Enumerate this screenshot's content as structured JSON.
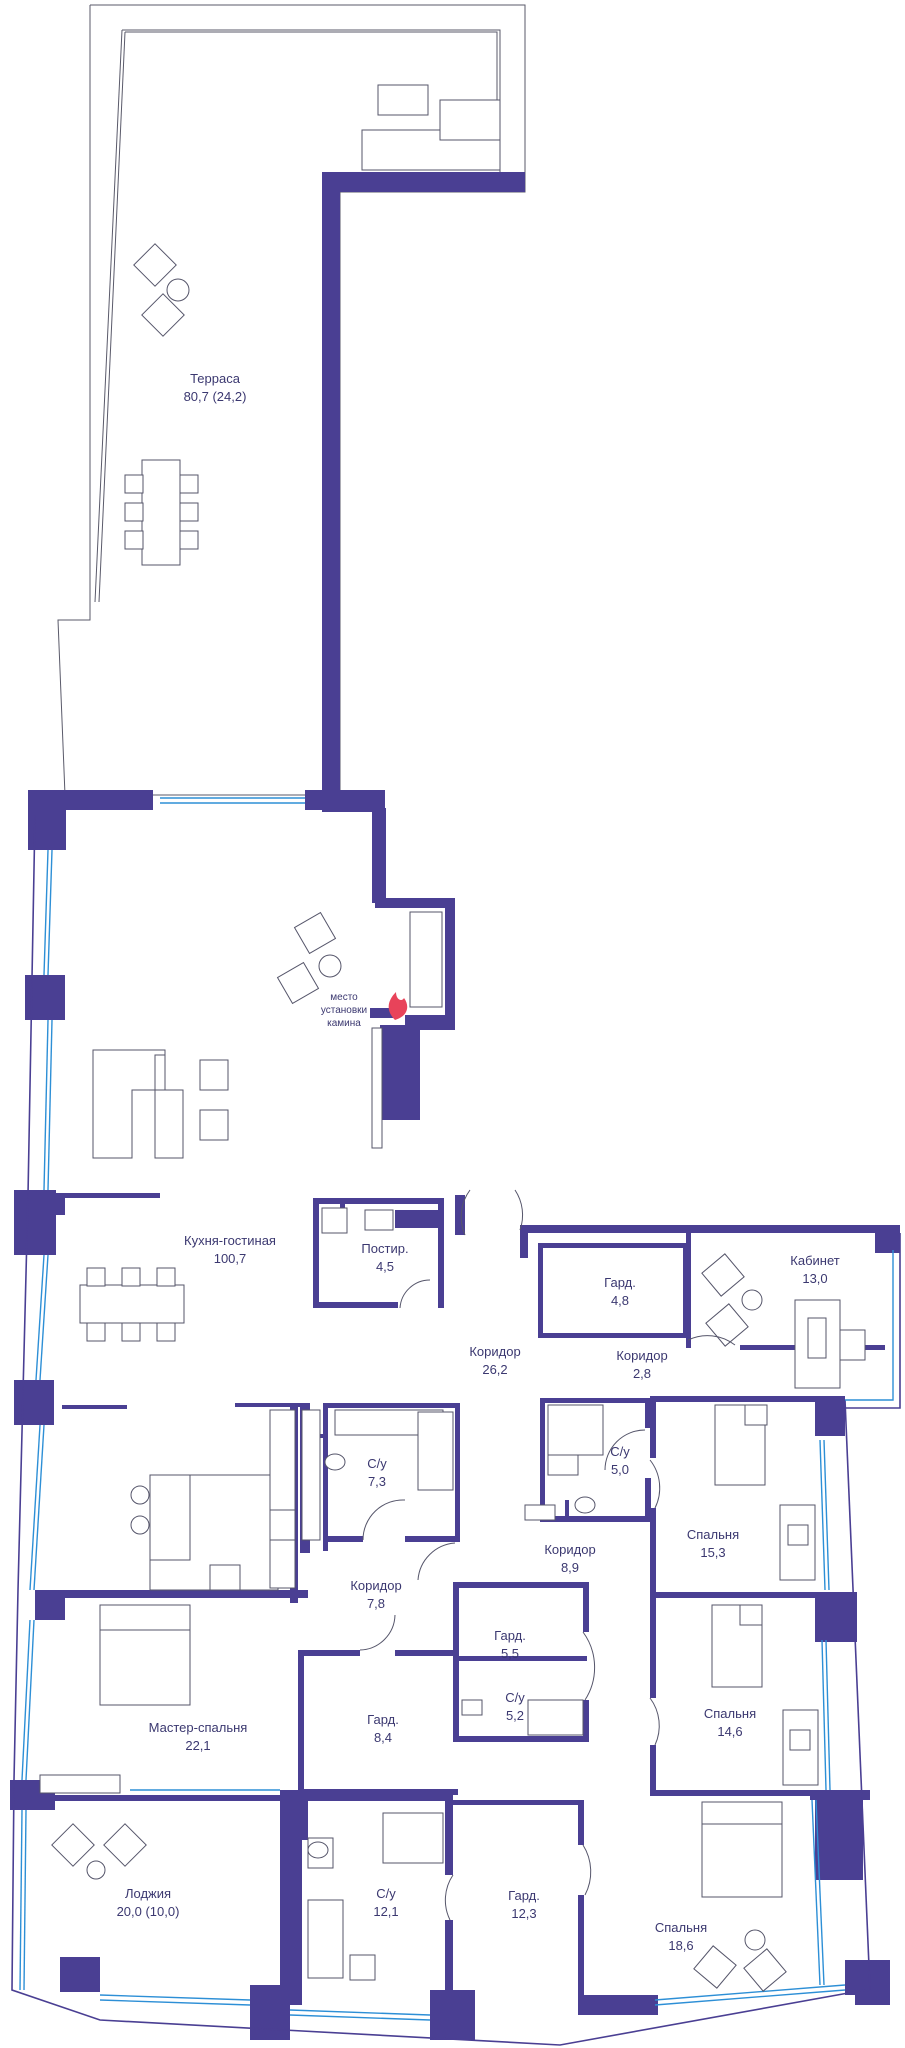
{
  "rooms": [
    {
      "id": "terrace",
      "name": "Терраса",
      "area": "80,7 (24,2)"
    },
    {
      "id": "kitchen-living",
      "name": "Кухня-гостиная",
      "area": "100,7"
    },
    {
      "id": "laundry",
      "name": "Постир.",
      "area": "4,5"
    },
    {
      "id": "wardrobe-1",
      "name": "Гард.",
      "area": "4,8"
    },
    {
      "id": "study",
      "name": "Кабинет",
      "area": "13,0"
    },
    {
      "id": "corridor-1",
      "name": "Коридор",
      "area": "26,2"
    },
    {
      "id": "corridor-2",
      "name": "Коридор",
      "area": "2,8"
    },
    {
      "id": "bath-1",
      "name": "С/у",
      "area": "7,3"
    },
    {
      "id": "bath-2",
      "name": "С/у",
      "area": "5,0"
    },
    {
      "id": "bedroom-1",
      "name": "Спальня",
      "area": "15,3"
    },
    {
      "id": "corridor-3",
      "name": "Коридор",
      "area": "8,9"
    },
    {
      "id": "corridor-4",
      "name": "Коридор",
      "area": "7,8"
    },
    {
      "id": "wardrobe-2",
      "name": "Гард.",
      "area": "5,5"
    },
    {
      "id": "master-bedroom",
      "name": "Мастер-спальня",
      "area": "22,1"
    },
    {
      "id": "wardrobe-3",
      "name": "Гард.",
      "area": "8,4"
    },
    {
      "id": "bath-3",
      "name": "С/у",
      "area": "5,2"
    },
    {
      "id": "bedroom-2",
      "name": "Спальня",
      "area": "14,6"
    },
    {
      "id": "loggia",
      "name": "Лоджия",
      "area": "20,0 (10,0)"
    },
    {
      "id": "bath-4",
      "name": "С/у",
      "area": "12,1"
    },
    {
      "id": "wardrobe-4",
      "name": "Гард.",
      "area": "12,3"
    },
    {
      "id": "bedroom-3",
      "name": "Спальня",
      "area": "18,6"
    }
  ],
  "fireplace_note": {
    "line1": "место",
    "line2": "установки",
    "line3": "камина"
  },
  "colors": {
    "wall": "#4a3f93",
    "text": "#3b3870",
    "glass": "#2d8fd6",
    "fire": "#e8435a"
  }
}
